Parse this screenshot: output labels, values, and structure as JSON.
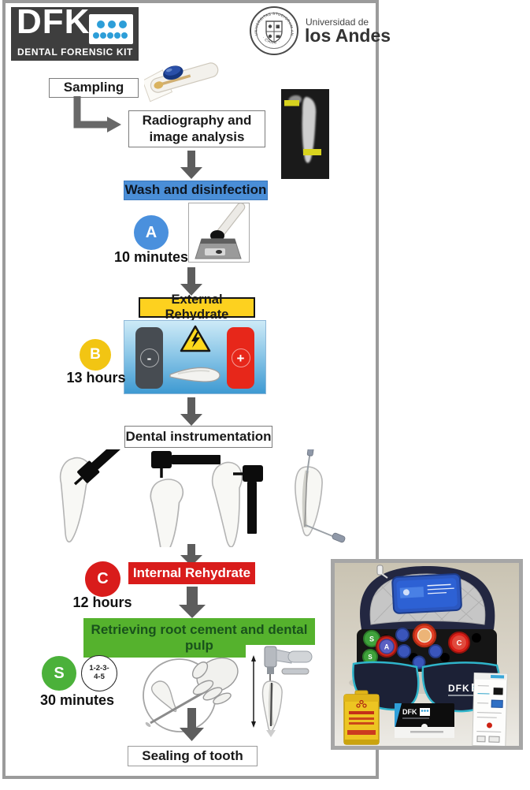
{
  "branding": {
    "dfk_logo": {
      "acronym": "DFK",
      "subtitle": "DENTAL FORENSIC KIT",
      "dot_color": "#2d9ed8"
    },
    "university": {
      "name_small": "Universidad de",
      "name_large": "los Andes",
      "seal_arc_top": "UNIVERSITAS STUDIORUM ANDINENSIS",
      "seal_arc_bottom": "· CHILE ·"
    }
  },
  "flow": {
    "sampling": {
      "label": "Sampling"
    },
    "radiography": {
      "label": "Radiography and image analysis"
    },
    "wash": {
      "label": "Wash and disinfection",
      "reagent_letter": "A",
      "duration": "10 minutes",
      "color": "#4a8ed7"
    },
    "external_rehydrate": {
      "label": "External Rehydrate",
      "reagent_letter": "B",
      "duration": "13 hours",
      "color": "#fdd11f",
      "electrode_negative": "-",
      "electrode_positive": "+"
    },
    "dental_instrumentation": {
      "label": "Dental instrumentation"
    },
    "internal_rehydrate": {
      "label": "Internal Rehydrate",
      "reagent_letter": "C",
      "duration": "12 hours",
      "color": "#d91c1b"
    },
    "retrieving": {
      "label": "Retrieving root cement and dental pulp",
      "reagent_letter": "S",
      "solutions_line1": "1-2-3-",
      "solutions_line2": "4-5",
      "duration": "30 minutes",
      "color": "#55b22d"
    },
    "sealing": {
      "label": "Sealing of tooth"
    }
  },
  "kit_photo": {
    "bag_label": "DFK",
    "card_label": "DFK",
    "bottle_labels": {
      "a": "A",
      "c": "C",
      "s1": "S",
      "s2": "S"
    }
  }
}
